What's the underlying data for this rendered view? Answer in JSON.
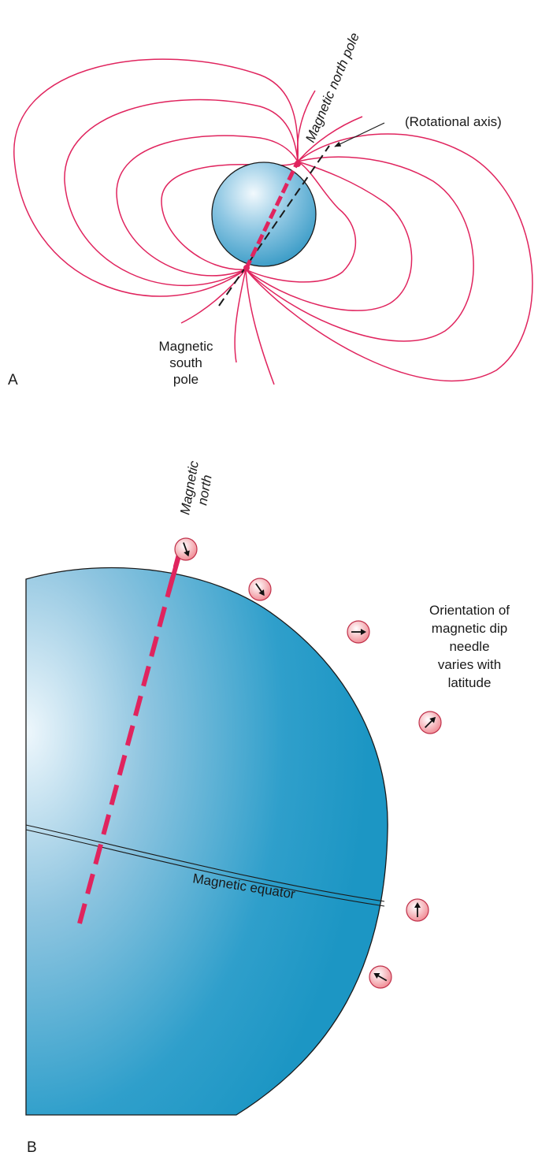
{
  "panel_a": {
    "letter": "A",
    "north_pole_label": "Magnetic north pole",
    "axis_label": "(Rotational axis)",
    "south_pole_label": [
      "Magnetic",
      "south",
      "pole"
    ]
  },
  "panel_b": {
    "letter": "B",
    "north_label": [
      "Magnetic",
      "north"
    ],
    "equator_label": "Magnetic equator",
    "caption": [
      "Orientation of",
      "magnetic dip",
      "needle",
      "varies with",
      "latitude"
    ],
    "needles": [
      {
        "name": "needle-pole",
        "angle": 200
      },
      {
        "name": "needle-2",
        "angle": 215
      },
      {
        "name": "needle-3",
        "angle": 270
      },
      {
        "name": "needle-4",
        "angle": 315
      },
      {
        "name": "needle-5",
        "angle": 0
      },
      {
        "name": "needle-6",
        "angle": 60
      }
    ]
  },
  "colors": {
    "field_lines": "#e0245e",
    "pole_axis": "#e0245e",
    "globe_light": "#e8f4fb",
    "globe_dark": "#1f9ac6",
    "needle_fill": "#f4a7ad"
  }
}
